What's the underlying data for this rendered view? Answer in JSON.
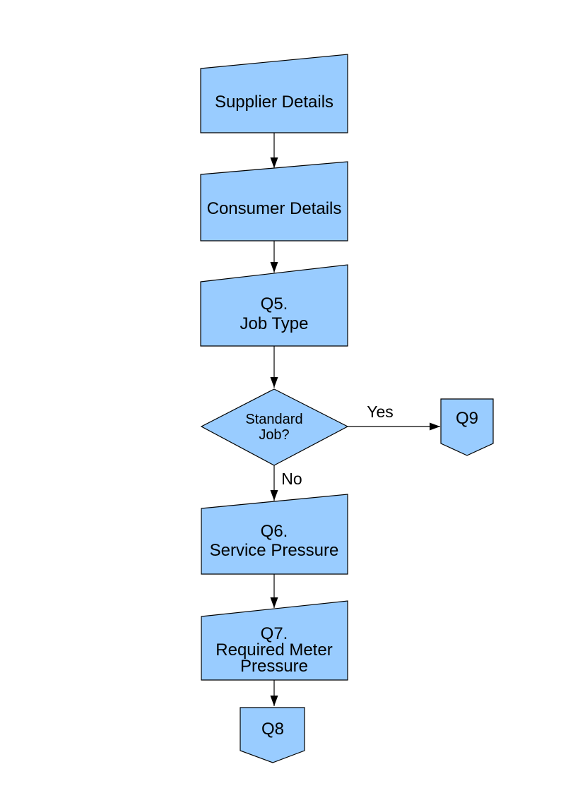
{
  "diagram": {
    "colors": {
      "shape_fill": "#99CCFF",
      "shape_border": "#000000",
      "background": "#FFFFFF",
      "text": "#000000"
    },
    "nodes": {
      "supplier_details": {
        "shape": "manual-input",
        "label": "Supplier Details"
      },
      "consumer_details": {
        "shape": "manual-input",
        "label": "Consumer Details"
      },
      "q5_job_type": {
        "shape": "manual-input",
        "line1": "Q5.",
        "line2": "Job Type"
      },
      "standard_job_decision": {
        "shape": "decision-diamond",
        "line1": "Standard",
        "line2": "Job?"
      },
      "q9_connector": {
        "shape": "off-page-connector",
        "label": "Q9"
      },
      "q6_service_pressure": {
        "shape": "manual-input",
        "line1": "Q6.",
        "line2": "Service Pressure"
      },
      "q7_required_meter_pressure": {
        "shape": "manual-input",
        "line1": "Q7.",
        "line2": "Required Meter",
        "line3": "Pressure"
      },
      "q8_connector": {
        "shape": "off-page-connector",
        "label": "Q8"
      }
    },
    "edge_labels": {
      "yes": "Yes",
      "no": "No"
    }
  }
}
